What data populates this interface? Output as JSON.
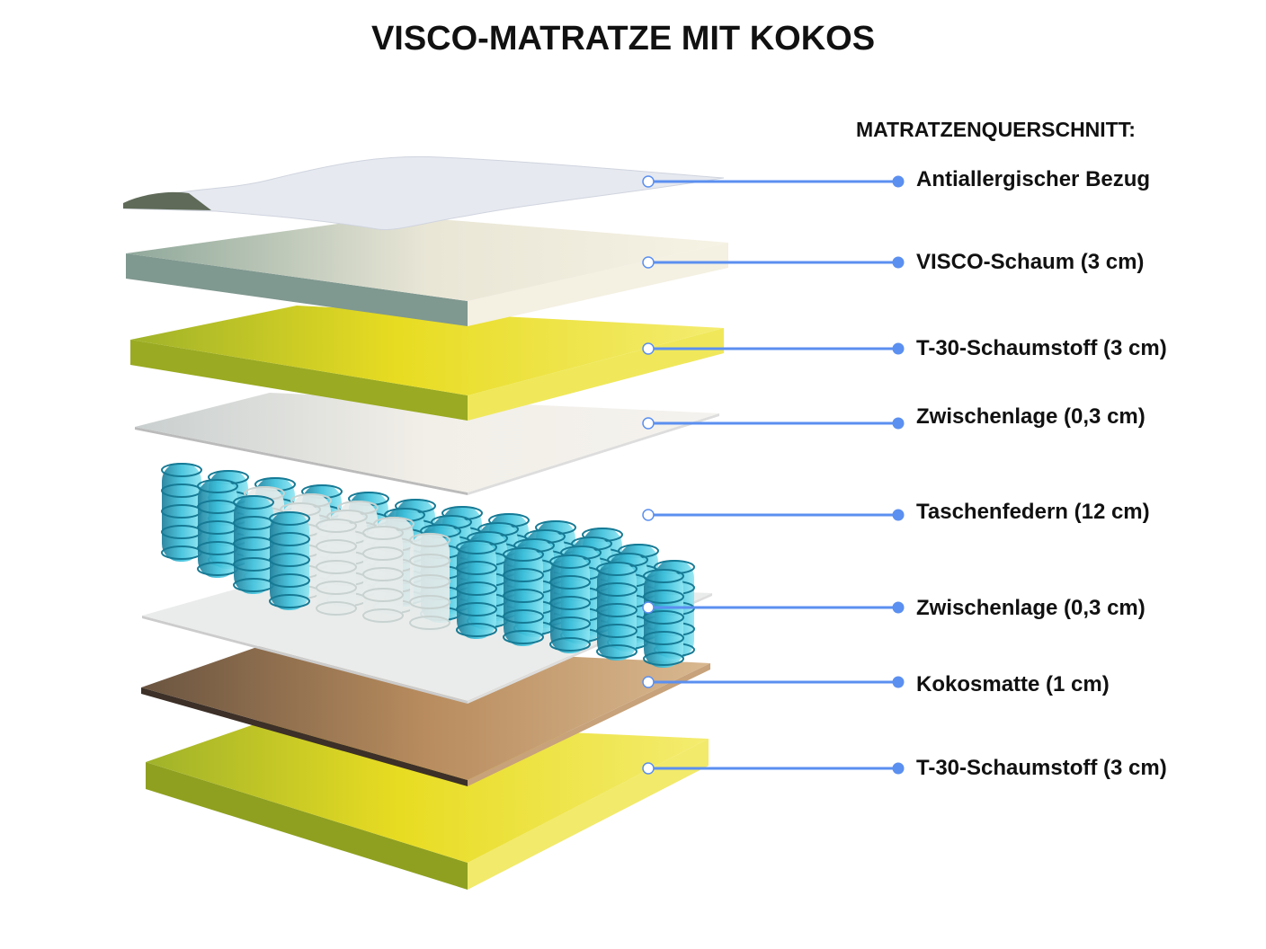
{
  "title": "VISCO-MATRATZE MIT KOKOS",
  "subtitle": "MATRATZENQUERSCHNITT:",
  "layers": [
    {
      "label": "Antiallergischer Bezug",
      "color": "#e8ebf2"
    },
    {
      "label": "VISCO-Schaum (3 cm)",
      "color": "#f3efdf"
    },
    {
      "label": "T-30-Schaumstoff (3 cm)",
      "color": "#eee040"
    },
    {
      "label": "Zwischenlage (0,3 cm)",
      "color": "#f0f0ee"
    },
    {
      "label": "Taschenfedern (12 cm)",
      "color": "#40c0dc"
    },
    {
      "label": "Zwischenlage (0,3 cm)",
      "color": "#ececec"
    },
    {
      "label": "Kokosmatte (1 cm)",
      "color": "#c89a66"
    },
    {
      "label": "T-30-Schaumstoff (3 cm)",
      "color": "#e8dc3a"
    }
  ],
  "line_color": "#5b8ff0"
}
